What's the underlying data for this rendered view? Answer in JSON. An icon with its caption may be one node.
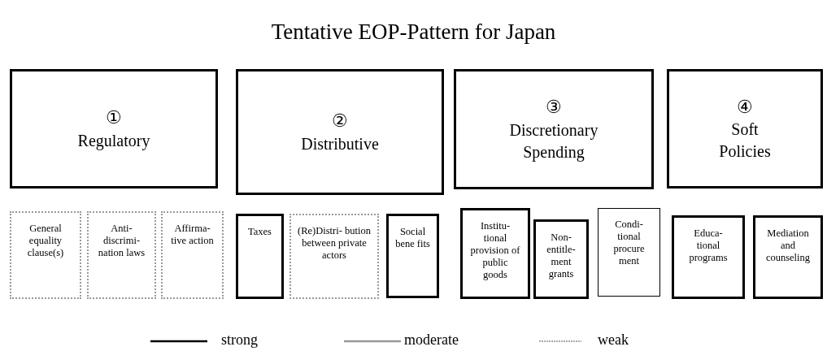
{
  "diagram": {
    "title": "Tentative EOP-Pattern for Japan",
    "nodes": [
      {
        "text": [
          "①",
          "Regulatory"
        ]
      },
      {
        "text": [
          "②",
          "Distributive"
        ]
      },
      {
        "text": [
          "③",
          "Discretionary Spending"
        ]
      },
      {
        "text": [
          "④",
          "Soft Policies"
        ]
      },
      {
        "text": [
          "General equality clause(s)"
        ]
      },
      {
        "text": [
          "Anti- discrimi- nation laws"
        ]
      },
      {
        "text": [
          "Affirma- tive action"
        ]
      },
      {
        "text": [
          "Taxes"
        ]
      },
      {
        "text": [
          "(Re)Distri- bution between private actors"
        ]
      },
      {
        "text": [
          "Social bene fits"
        ]
      },
      {
        "text": [
          "Institu- tional provision of public goods"
        ]
      },
      {
        "text": [
          "Non- entitle- ment grants"
        ]
      },
      {
        "text": [
          "Condi- tional procure ment"
        ]
      },
      {
        "text": [
          "Educa- tional programs"
        ]
      },
      {
        "text": [
          "Mediation and counseling"
        ]
      }
    ],
    "legend": [
      {
        "text": "strong"
      },
      {
        "text": "moderate"
      },
      {
        "text": "weak"
      }
    ]
  }
}
